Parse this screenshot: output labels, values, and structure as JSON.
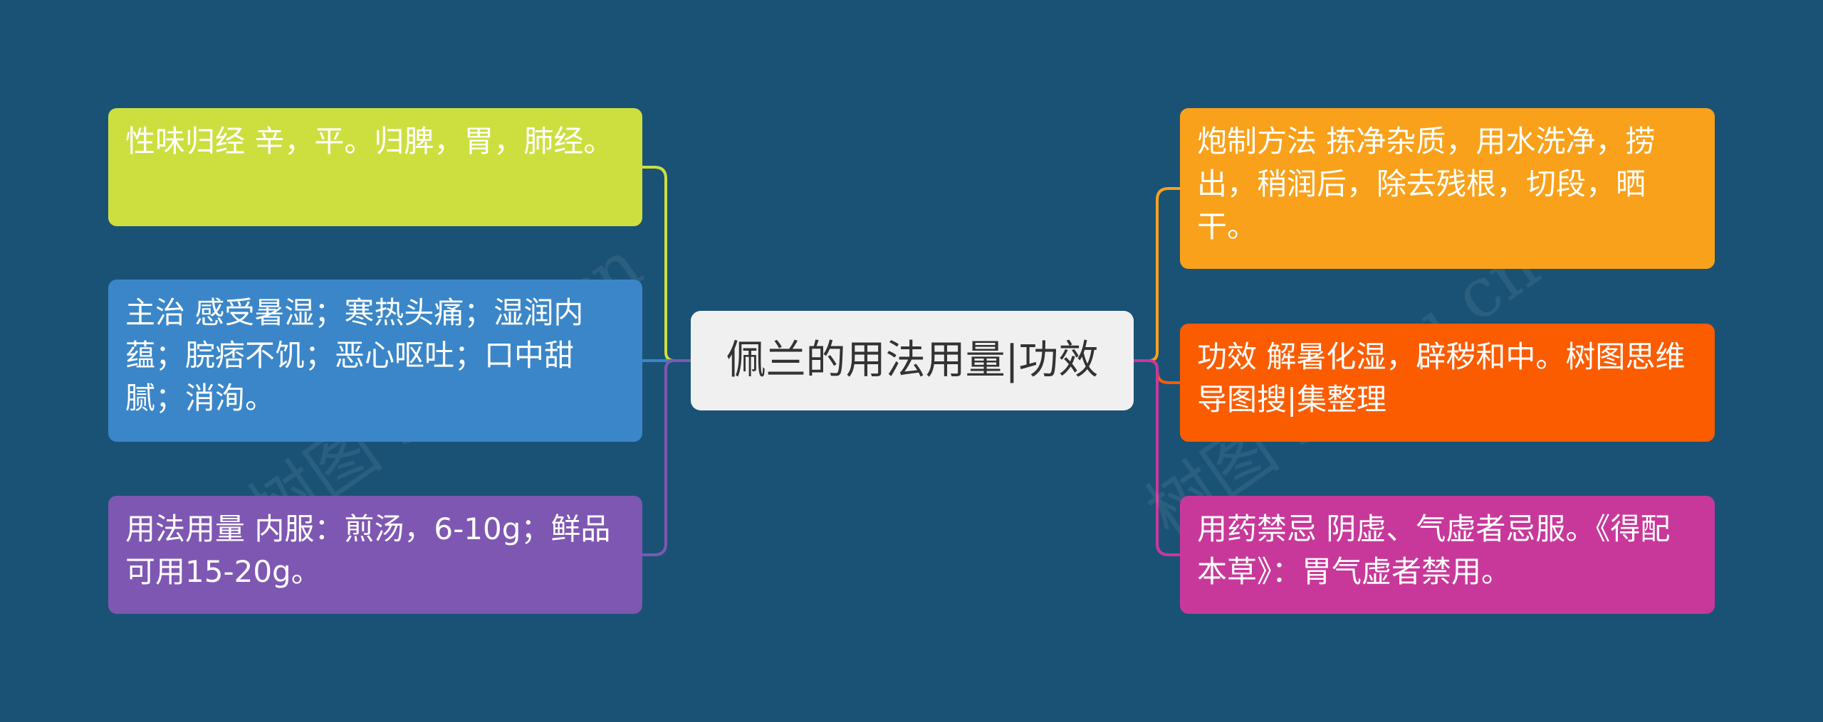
{
  "center": {
    "title": "佩兰的用法用量|功效"
  },
  "left_branches": [
    {
      "label": "性味归经",
      "text": "辛，平。归脾，胃，肺经。",
      "color": "#cddf3f"
    },
    {
      "label": "主治",
      "text": "感受暑湿；寒热头痛；湿润内蕴；脘痞不饥；恶心呕吐；口中甜腻；消洵。",
      "color": "#3a86c8"
    },
    {
      "label": "用法用量",
      "text": "内服：煎汤，6-10g；鲜品可用15-20g。",
      "color": "#7e57b2"
    }
  ],
  "right_branches": [
    {
      "label": "炮制方法",
      "text": "拣净杂质，用水洗净，捞出，稍润后，除去残根，切段，晒干。",
      "color": "#f9a11b"
    },
    {
      "label": "功效",
      "text": "解暑化湿，辟秽和中。树图思维导图搜|集整理",
      "color": "#fb5c00"
    },
    {
      "label": "用药禁忌",
      "text": "阴虚、气虚者忌服。《得配本草》：胃气虚者禁用。",
      "color": "#c8389a"
    }
  ],
  "watermark": {
    "left": "树图 shutu.cn",
    "right": "树图 shutu.cn"
  }
}
